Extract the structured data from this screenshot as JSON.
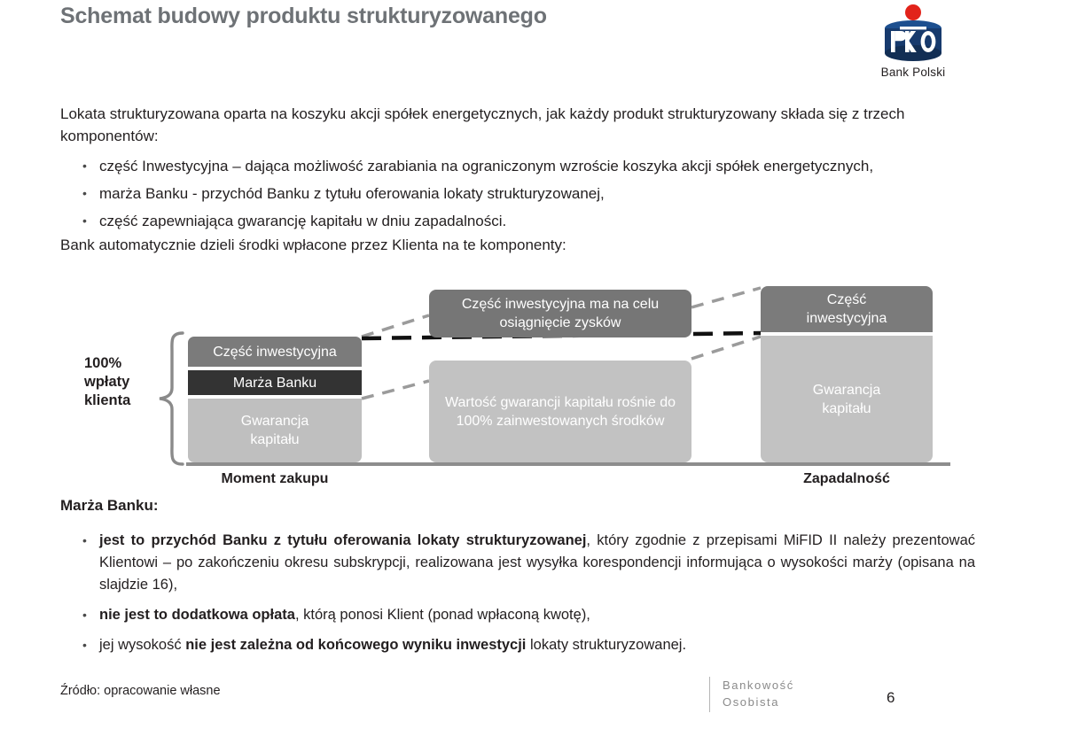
{
  "slide": {
    "title": "Schemat budowy produktu strukturyzowanego",
    "title_color": "#6e7276"
  },
  "logo": {
    "name": "pko-bank-polski-logo",
    "caption": "Bank Polski",
    "mark_color": "#173a6d",
    "dot_color": "#e2231a"
  },
  "intro": {
    "paragraph": "Lokata strukturyzowana oparta na koszyku akcji spółek energetycznych, jak każdy produkt strukturyzowany składa się z trzech komponentów:",
    "bullets": [
      "część Inwestycyjna – dająca możliwość zarabiania na ograniczonym wzroście koszyka akcji spółek energetycznych,",
      "marża Banku - przychód Banku z tytułu oferowania lokaty strukturyzowanej,",
      "część zapewniająca gwarancję kapitału w dniu zapadalności."
    ],
    "closing": "Bank automatycznie dzieli środki wpłacone przez Klienta na te komponenty:",
    "bullet_glyph": "•"
  },
  "diagram": {
    "brace_label": "100%\nwpłaty\nklienta",
    "brace_label_lines": [
      "100%",
      "wpłaty",
      "klienta"
    ],
    "left_column": {
      "invest": "Część inwestycyjna",
      "margin": "Marża Banku",
      "guarantee": "Gwarancja\nkapitału",
      "guarantee_lines": [
        "Gwarancja",
        "kapitału"
      ],
      "axis_label": "Moment zakupu",
      "colors": {
        "invest": "#7b7b7b",
        "margin": "#333333",
        "guarantee": "#bfbfbf"
      }
    },
    "middle_column": {
      "invest_note": "Część inwestycyjna ma na celu osiągnięcie zysków",
      "guarantee_note": "Wartość gwarancji kapitału rośnie do 100% zainwestowanych środków",
      "colors": {
        "invest": "#767676",
        "guarantee": "#c2c2c2"
      }
    },
    "right_column": {
      "invest_lines": [
        "Część",
        "inwestycyjna"
      ],
      "guarantee_lines": [
        "Gwarancja",
        "kapitału"
      ],
      "axis_label": "Zapadalność",
      "colors": {
        "invest": "#7b7b7b",
        "guarantee": "#c2c2c2"
      }
    },
    "baseline_color": "#8d8d8d"
  },
  "margin_section": {
    "heading": "Marża Banku:",
    "bullets": [
      {
        "bold": "jest to przychód Banku z tytułu oferowania lokaty strukturyzowanej",
        "rest": ", który zgodnie z przepisami MiFID II należy prezentować Klientowi – po zakończeniu okresu subskrypcji, realizowana jest wysyłka korespondencji informująca o wysokości marży (opisana na slajdzie 16),"
      },
      {
        "bold": "nie jest to dodatkowa opłata",
        "rest": ", którą ponosi Klient (ponad wpłaconą kwotę),"
      },
      {
        "lead": "jej wysokość ",
        "bold": "nie jest zależna od końcowego wyniku inwestycji",
        "rest": " lokaty strukturyzowanej."
      }
    ]
  },
  "footer": {
    "source": "Źródło: opracowanie własne",
    "brand_line1": "Bankowość",
    "brand_line2": "Osobista",
    "page_number": "6"
  }
}
